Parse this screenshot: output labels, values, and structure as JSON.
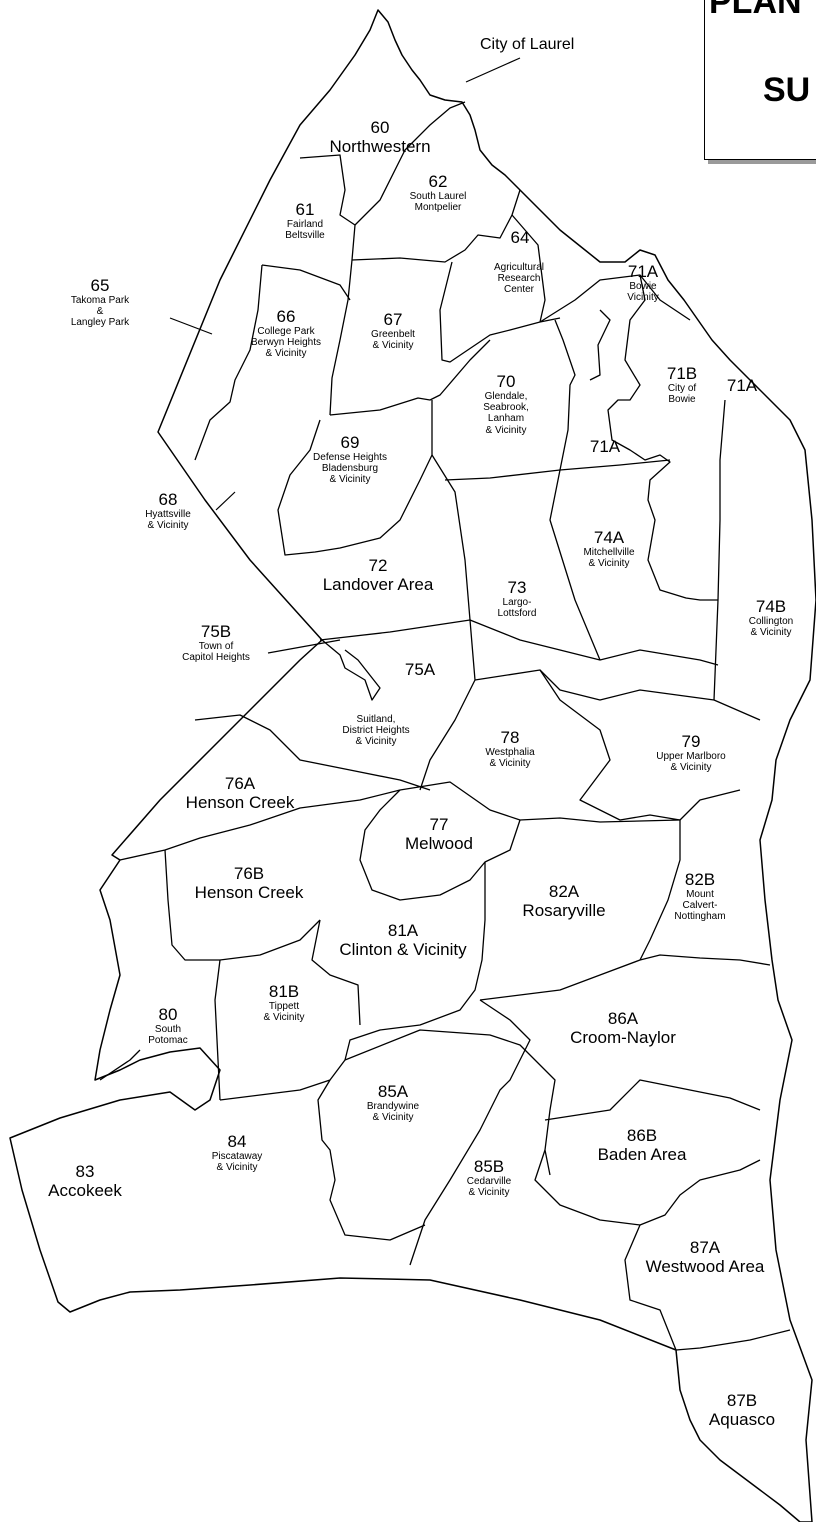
{
  "title": {
    "line1": "PLAN",
    "line2": "SU"
  },
  "callouts": {
    "laurel": "City of Laurel"
  },
  "areas": [
    {
      "id": "60",
      "num": "60",
      "name": "Northwestern"
    },
    {
      "id": "61",
      "num": "61",
      "name": "Fairland\nBeltsville"
    },
    {
      "id": "62",
      "num": "62",
      "name": "South Laurel\nMontpelier"
    },
    {
      "id": "64",
      "num": "64",
      "name": ""
    },
    {
      "id": "64n",
      "num": "",
      "name": "Agricultural\nResearch\nCenter"
    },
    {
      "id": "65",
      "num": "65",
      "name": "Takoma Park\n&\nLangley Park"
    },
    {
      "id": "66",
      "num": "66",
      "name": "College Park\nBerwyn Heights\n& Vicinity"
    },
    {
      "id": "67",
      "num": "67",
      "name": "Greenbelt\n& Vicinity"
    },
    {
      "id": "68",
      "num": "68",
      "name": "Hyattsville\n& Vicinity"
    },
    {
      "id": "69",
      "num": "69",
      "name": "Defense Heights\nBladensburg\n& Vicinity"
    },
    {
      "id": "70",
      "num": "70",
      "name": "Glendale,\nSeabrook,\nLanham\n& Vicinity"
    },
    {
      "id": "71A1",
      "num": "71A",
      "name": "Bowie\nVicinity"
    },
    {
      "id": "71A2",
      "num": "71A",
      "name": ""
    },
    {
      "id": "71A3",
      "num": "71A",
      "name": ""
    },
    {
      "id": "71B",
      "num": "71B",
      "name": "City of\nBowie"
    },
    {
      "id": "72",
      "num": "72",
      "name": "Landover Area"
    },
    {
      "id": "73",
      "num": "73",
      "name": "Largo-\nLottsford"
    },
    {
      "id": "74A",
      "num": "74A",
      "name": "Mitchellville\n& Vicinity"
    },
    {
      "id": "74B",
      "num": "74B",
      "name": "Collington\n& Vicinity"
    },
    {
      "id": "75A",
      "num": "75A",
      "name": ""
    },
    {
      "id": "75An",
      "num": "",
      "name": "Suitland,\nDistrict Heights\n& Vicinity"
    },
    {
      "id": "75B",
      "num": "75B",
      "name": "Town of\nCapitol Heights"
    },
    {
      "id": "76A",
      "num": "76A",
      "name": "Henson Creek"
    },
    {
      "id": "76B",
      "num": "76B",
      "name": "Henson Creek"
    },
    {
      "id": "77",
      "num": "77",
      "name": "Melwood"
    },
    {
      "id": "78",
      "num": "78",
      "name": "Westphalia\n& Vicinity"
    },
    {
      "id": "79",
      "num": "79",
      "name": "Upper Marlboro\n& Vicinity"
    },
    {
      "id": "80",
      "num": "80",
      "name": "South\nPotomac"
    },
    {
      "id": "81A",
      "num": "81A",
      "name": "Clinton & Vicinity"
    },
    {
      "id": "81B",
      "num": "81B",
      "name": "Tippett\n& Vicinity"
    },
    {
      "id": "82A",
      "num": "82A",
      "name": "Rosaryville"
    },
    {
      "id": "82B",
      "num": "82B",
      "name": "Mount\nCalvert-\nNottingham"
    },
    {
      "id": "83",
      "num": "83",
      "name": "Accokeek"
    },
    {
      "id": "84",
      "num": "84",
      "name": "Piscataway\n& Vicinity"
    },
    {
      "id": "85A",
      "num": "85A",
      "name": "Brandywine\n& Vicinity"
    },
    {
      "id": "85B",
      "num": "85B",
      "name": "Cedarville\n& Vicinity"
    },
    {
      "id": "86A",
      "num": "86A",
      "name": "Croom-Naylor"
    },
    {
      "id": "86B",
      "num": "86B",
      "name": "Baden Area"
    },
    {
      "id": "87A",
      "num": "87A",
      "name": "Westwood Area"
    },
    {
      "id": "87B",
      "num": "87B",
      "name": "Aquasco"
    }
  ]
}
